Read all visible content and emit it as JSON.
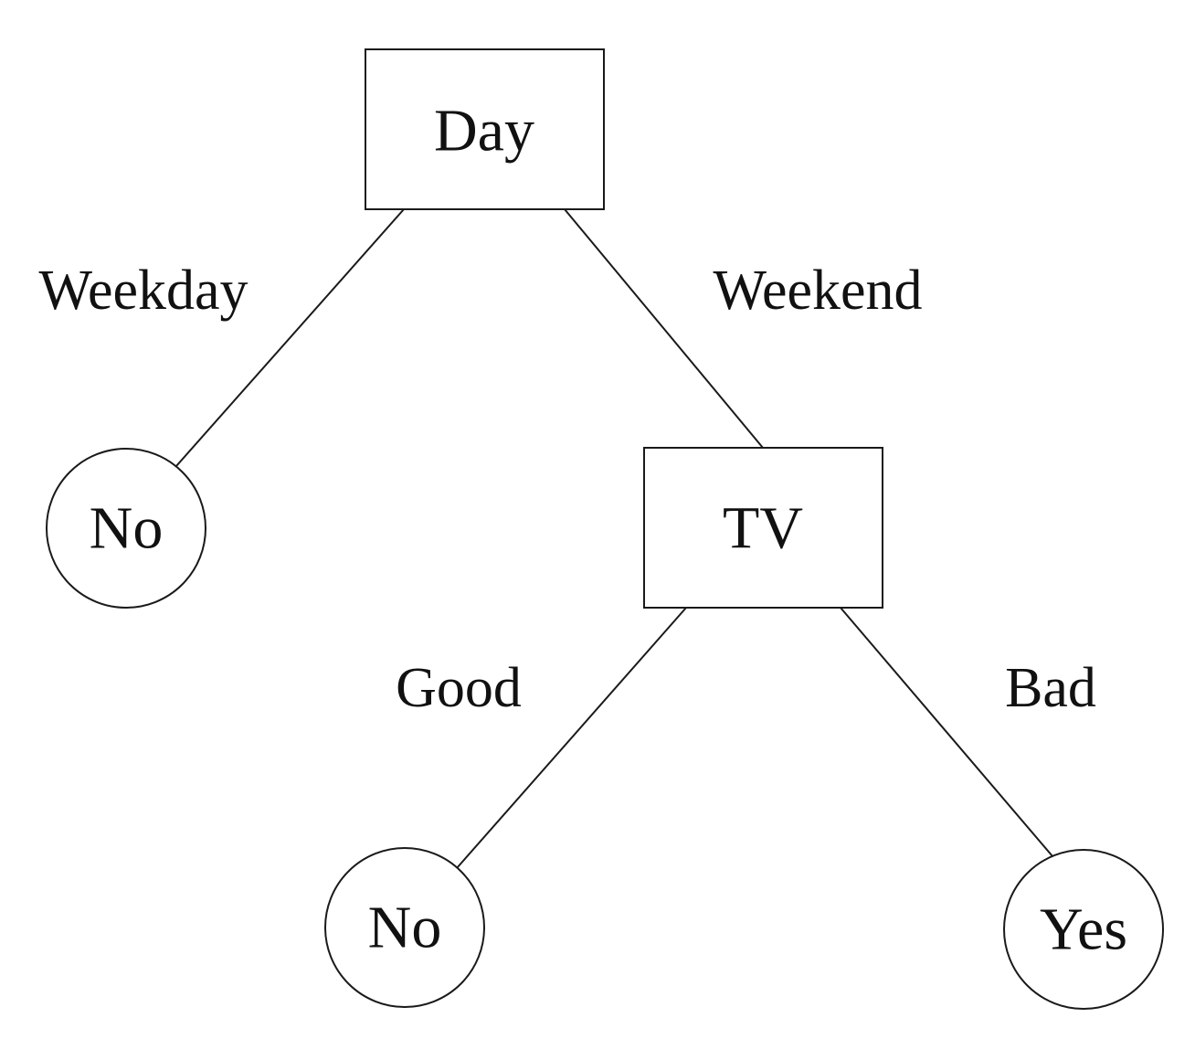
{
  "tree": {
    "root": {
      "label": "Day",
      "edges": {
        "left": "Weekday",
        "right": "Weekend"
      }
    },
    "left_leaf": {
      "label": "No"
    },
    "tv_node": {
      "label": "TV",
      "edges": {
        "left": "Good",
        "right": "Bad"
      }
    },
    "tv_left_leaf": {
      "label": "No"
    },
    "tv_right_leaf": {
      "label": "Yes"
    }
  }
}
